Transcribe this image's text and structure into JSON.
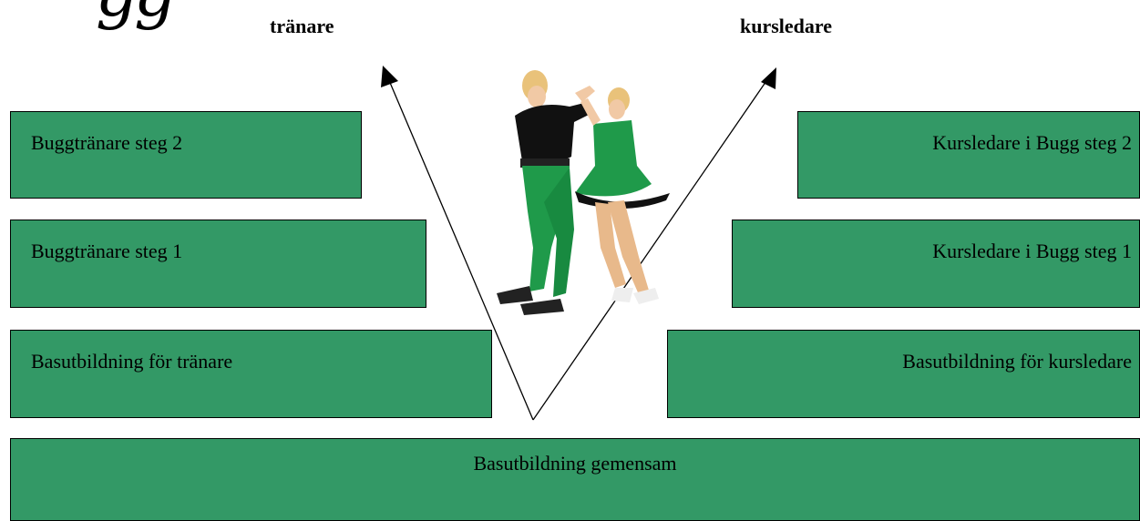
{
  "decor_text": "gg",
  "headings": {
    "left": "tränare",
    "right": "kursledare"
  },
  "left_column": {
    "step2": "Buggtränare steg 2",
    "step1": "Buggtränare steg 1",
    "basic": "Basutbildning för tränare"
  },
  "right_column": {
    "step2": "Kursledare i Bugg steg 2",
    "step1": "Kursledare i Bugg steg 1",
    "basic": "Basutbildning för kursledare"
  },
  "common": "Basutbildning gemensam",
  "colors": {
    "box_fill": "#339966",
    "border": "#000000",
    "dancer_outfit": "#1f9a4a"
  }
}
